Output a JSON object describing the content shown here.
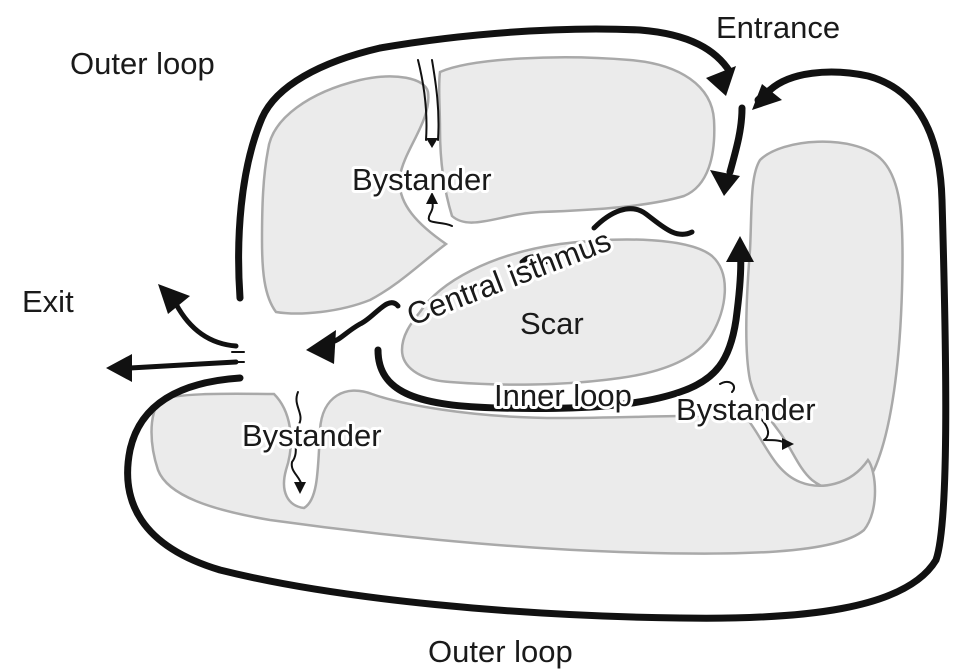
{
  "labels": {
    "outer_loop_top": "Outer loop",
    "entrance": "Entrance",
    "exit": "Exit",
    "bystander_top": "Bystander",
    "central_isthmus": "Central isthmus",
    "scar": "Scar",
    "inner_loop": "Inner loop",
    "bystander_right": "Bystander",
    "bystander_left": "Bystander",
    "outer_loop_bottom": "Outer loop"
  },
  "colors": {
    "scar_fill": "#ebebeb",
    "scar_border": "#a9a9a9",
    "pathway": "#111111",
    "text": "#1a1a1a"
  }
}
